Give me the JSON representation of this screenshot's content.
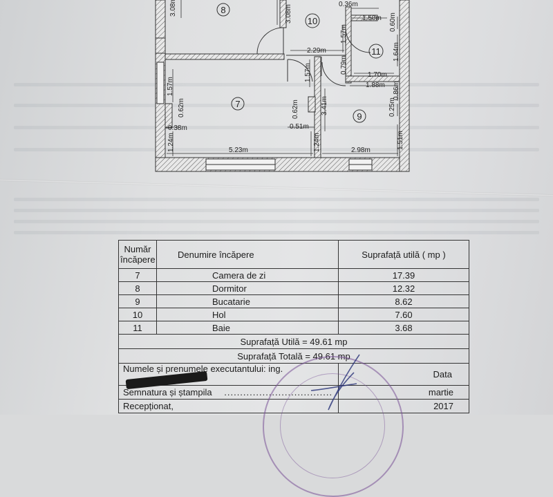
{
  "floorplan": {
    "rooms": [
      {
        "number": "8"
      },
      {
        "number": "10"
      },
      {
        "number": "11"
      },
      {
        "number": "7"
      },
      {
        "number": "9"
      }
    ],
    "dimensions": {
      "d_3_08_left": "3.08m",
      "d_3_08_mid": "3.08m",
      "d_0_36": "0.36m",
      "d_1_50": "1.50m",
      "d_0_60": "0.60m",
      "d_1_57_hall": "1.57m",
      "d_1_64": "1.64m",
      "d_2_29": "2.29m",
      "d_0_79": "0.79m",
      "d_1_70": "1.70m",
      "d_1_88": "1.88m",
      "d_1_57_left": "1.57m",
      "d_1_57_center": "1.57m",
      "d_0_62_left": "0.62m",
      "d_0_62_center": "0.62m",
      "d_0_38": "0.38m",
      "d_0_51": "0.51m",
      "d_3_41": "3.41m",
      "d_0_86": "0.86m",
      "d_0_25": "0.25m",
      "d_1_24_left": "1.24m",
      "d_1_24_center": "1.24m",
      "d_1_51": "1.51m",
      "d_5_23": "5.23m",
      "d_2_98": "2.98m"
    }
  },
  "table": {
    "header": {
      "number": "Număr încăpere",
      "name": "Denumire încăpere",
      "area": "Suprafață utilă ( mp )"
    },
    "rows": [
      {
        "number": "7",
        "name": "Camera de zi",
        "area": "17.39"
      },
      {
        "number": "8",
        "name": "Dormitor",
        "area": "12.32"
      },
      {
        "number": "9",
        "name": "Bucatarie",
        "area": "8.62"
      },
      {
        "number": "10",
        "name": "Hol",
        "area": "7.60"
      },
      {
        "number": "11",
        "name": "Baie",
        "area": "3.68"
      }
    ],
    "total_useful": "Suprafață Utilă = 49.61 mp",
    "total_total": "Suprafață Totală = 49.61 mp",
    "executor_label": "Numele și prenumele executantului: ing.",
    "signature_label": "Semnatura și ștampila",
    "signature_dots": "..................................",
    "received_label": "Recepționat,",
    "date_label": "Data",
    "date_month": "martie",
    "date_year": "2017"
  }
}
